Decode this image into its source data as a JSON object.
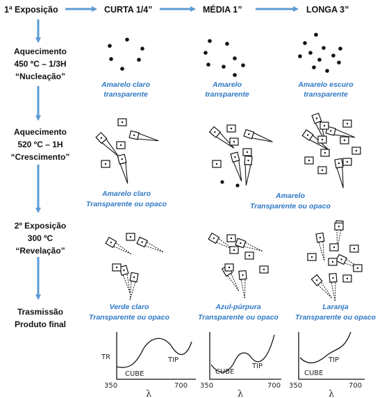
{
  "header": {
    "step1": "1ª Exposição",
    "cols": [
      "CURTA 1/4”",
      "MÉDIA 1”",
      "LONGA 3”"
    ]
  },
  "steps": [
    [
      "Aquecimento",
      "450 ºC – 1/3H",
      "“Nucleação”"
    ],
    [
      "Aquecimento",
      "520 ºC – 1H",
      "“Crescimento”"
    ],
    [
      "2º Exposição",
      "300 ºC",
      "“Revelação”"
    ],
    [
      "Trasmissão",
      "Produto final"
    ]
  ],
  "results": {
    "nucleation": [
      [
        "Amarelo claro",
        "transparente"
      ],
      [
        "Amarelo",
        "transparente"
      ],
      [
        "Amarelo escuro",
        "transparente"
      ]
    ],
    "growth_short": [
      "Amarelo claro",
      "Transparente ou opaco"
    ],
    "growth_other": [
      "Amarelo",
      "Transparente ou opaco"
    ],
    "final": [
      [
        "Verde claro",
        "Transparente ou opaco"
      ],
      [
        "Azul-púrpura",
        "Transparente ou opaco"
      ],
      [
        "Laranja",
        "Transparente ou opaco"
      ]
    ]
  },
  "graph_labels": {
    "ylabel": "TR",
    "cube": "CUBE",
    "tip": "TIP",
    "xmin": "350",
    "xmax": "700",
    "xvar": "λ"
  },
  "colors": {
    "arrow": "#5b9bd5",
    "result_text": "#2f78c4",
    "ink": "#111111"
  }
}
